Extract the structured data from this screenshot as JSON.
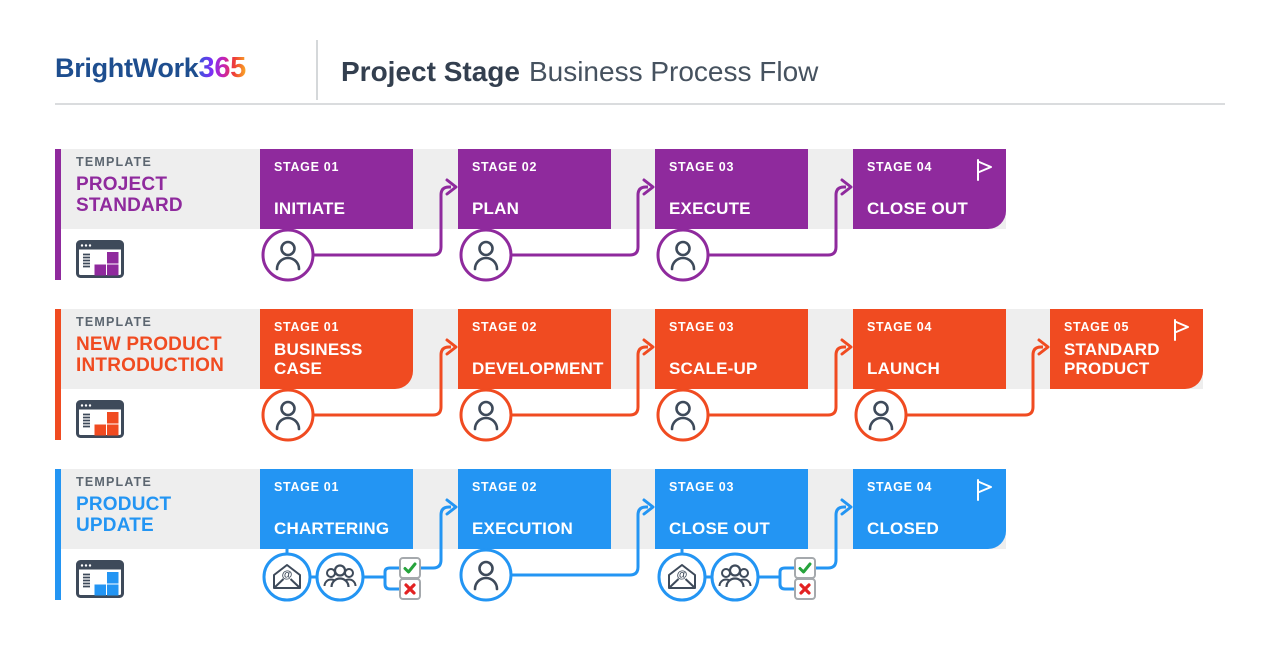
{
  "header": {
    "logo_brand": "BrightWork",
    "logo_suffix": "365",
    "title_primary": "Project Stage",
    "title_secondary": "Business Process Flow"
  },
  "colors": {
    "purple": "#8f2a9d",
    "orange": "#f04b21",
    "blue": "#2395f3",
    "slate": "#3e4a5a",
    "logo_navy": "#1e4e8f",
    "band_gray": "#eeeeee",
    "template_label_gray": "#5c6670",
    "check_green": "#26a33c",
    "cross_red": "#e32222",
    "box_border": "#a5a9ad"
  },
  "rows": [
    {
      "template_label": "TEMPLATE",
      "name": "PROJECT\nSTANDARD",
      "color": "#8f2a9d",
      "stages": [
        {
          "label": "STAGE 01",
          "name": "INITIATE",
          "below_icon": "person",
          "final": false
        },
        {
          "label": "STAGE 02",
          "name": "PLAN",
          "below_icon": "person",
          "final": false
        },
        {
          "label": "STAGE 03",
          "name": "EXECUTE",
          "below_icon": "person",
          "final": false
        },
        {
          "label": "STAGE 04",
          "name": "CLOSE OUT",
          "below_icon": "none",
          "final": true
        }
      ]
    },
    {
      "template_label": "TEMPLATE",
      "name": "NEW PRODUCT\nINTRODUCTION",
      "color": "#f04b21",
      "stages": [
        {
          "label": "STAGE 01",
          "name": "BUSINESS\nCASE",
          "below_icon": "person",
          "final": false
        },
        {
          "label": "STAGE 02",
          "name": "DEVELOPMENT",
          "below_icon": "person",
          "final": false
        },
        {
          "label": "STAGE 03",
          "name": "SCALE-UP",
          "below_icon": "person",
          "final": false
        },
        {
          "label": "STAGE 04",
          "name": "LAUNCH",
          "below_icon": "person",
          "final": false
        },
        {
          "label": "STAGE 05",
          "name": "STANDARD\nPRODUCT",
          "below_icon": "none",
          "final": true
        }
      ]
    },
    {
      "template_label": "TEMPLATE",
      "name": "PRODUCT\nUPDATE",
      "color": "#2395f3",
      "stages": [
        {
          "label": "STAGE 01",
          "name": "CHARTERING",
          "below_icon": "approval",
          "final": false
        },
        {
          "label": "STAGE 02",
          "name": "EXECUTION",
          "below_icon": "person",
          "final": false
        },
        {
          "label": "STAGE 03",
          "name": "CLOSE OUT",
          "below_icon": "approval",
          "final": false
        },
        {
          "label": "STAGE 04",
          "name": "CLOSED",
          "below_icon": "none",
          "final": true
        }
      ]
    }
  ]
}
